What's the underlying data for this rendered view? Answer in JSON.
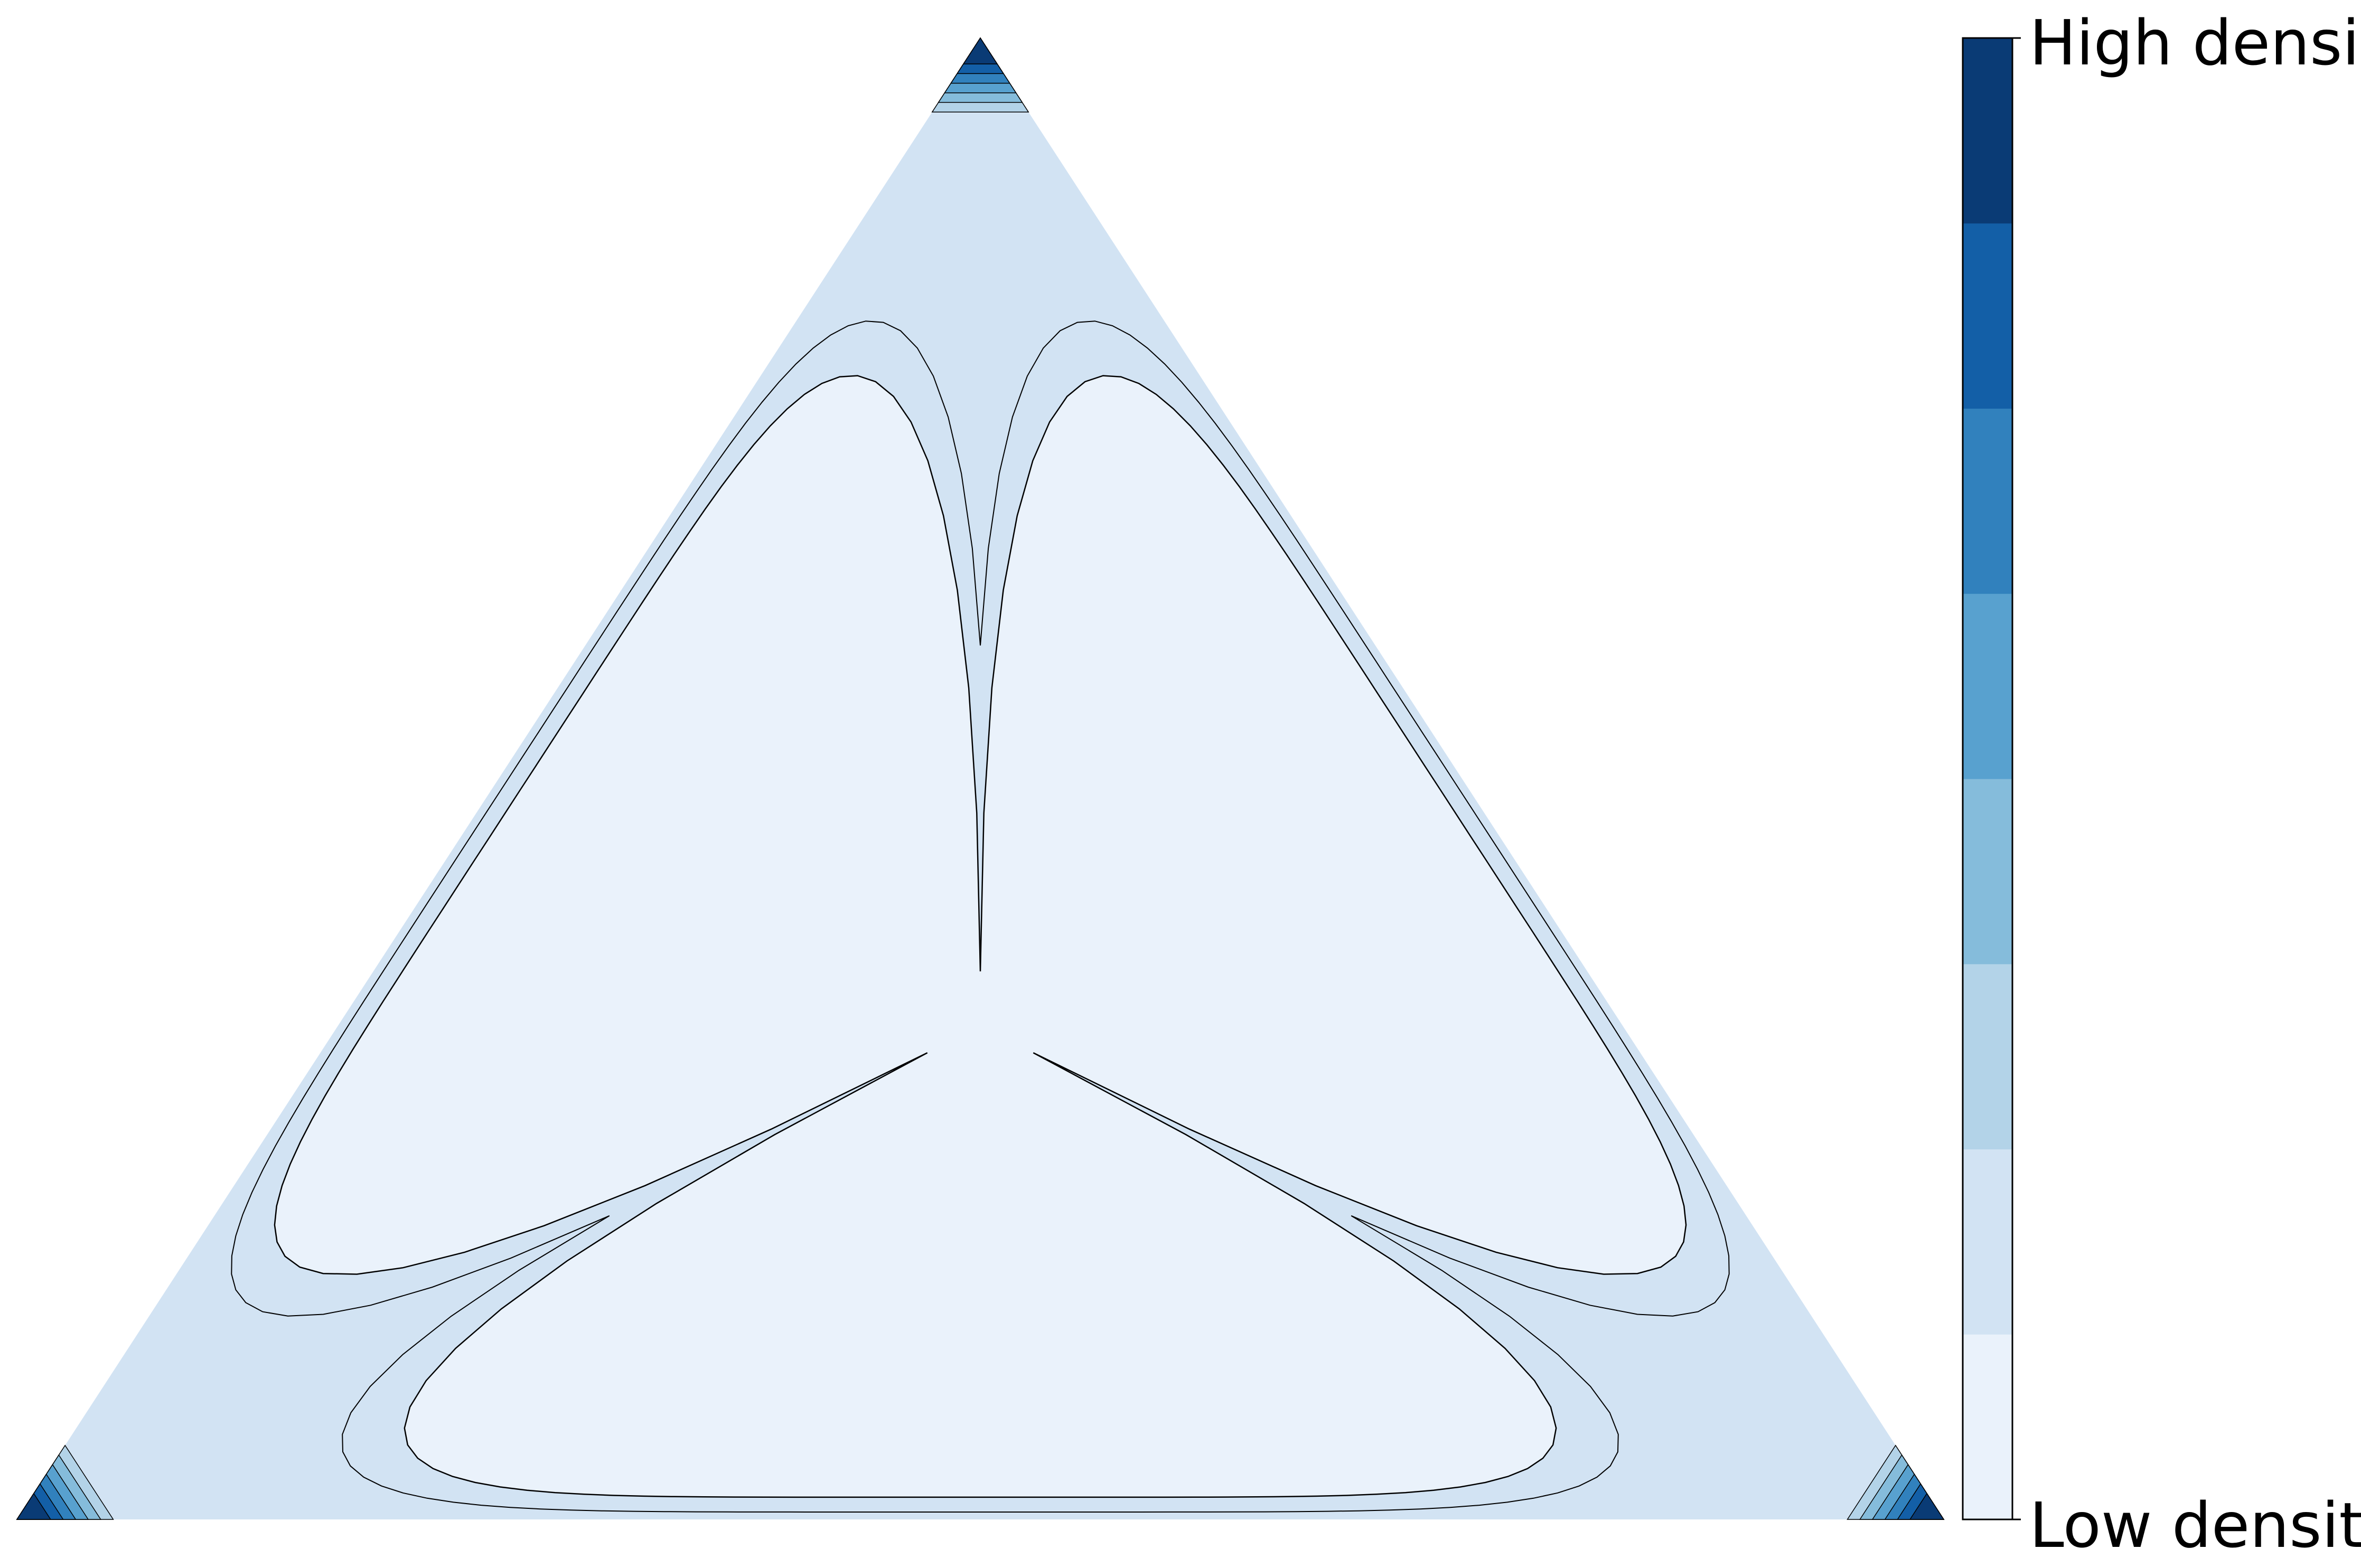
{
  "chart_data": {
    "type": "heatmap",
    "subtype": "ternary-density-contour",
    "title": "",
    "colormap": "Blues",
    "colorbar": {
      "levels": 8,
      "colors": [
        "#eaf2fb",
        "#d2e3f3",
        "#b3d3e8",
        "#85bcdb",
        "#58a1cf",
        "#3181bd",
        "#135fa7",
        "#0a3b75"
      ],
      "top_label": "High density",
      "bottom_label": "Low density"
    },
    "contour_level_fill_colors": [
      "#d2e3f3",
      "#b3d3e8",
      "#85bcdb",
      "#58a1cf",
      "#3181bd",
      "#135fa7",
      "#0a3b75"
    ],
    "contour_line_color": "#000000",
    "interior_color": "#eaf2fb",
    "density_peaks": [
      "top corner",
      "bottom-left corner",
      "bottom-right corner"
    ]
  }
}
